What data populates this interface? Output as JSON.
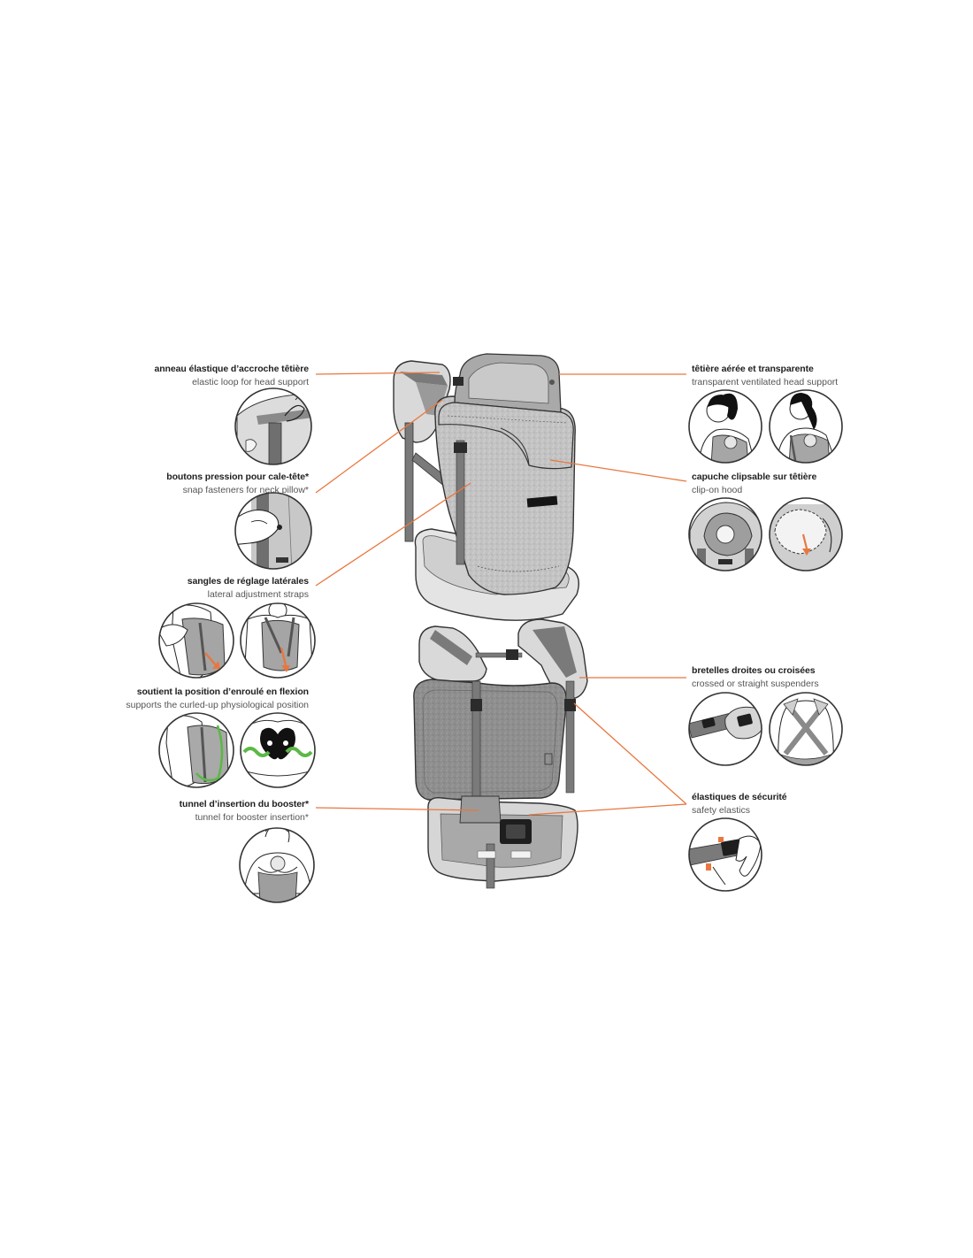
{
  "labels": {
    "left": [
      {
        "fr": "anneau élastique d’accroche têtière",
        "en": "elastic loop for head support"
      },
      {
        "fr": "boutons pression pour cale-tête*",
        "en": "snap fasteners for neck pillow*"
      },
      {
        "fr": "sangles de réglage latérales",
        "en": "lateral adjustment straps"
      },
      {
        "fr": "soutient la position d’enroulé en flexion",
        "en": "supports the curled-up physiological position"
      },
      {
        "fr": "tunnel d’insertion du booster*",
        "en": "tunnel for booster insertion*"
      }
    ],
    "right": [
      {
        "fr": "têtière aérée et transparente",
        "en": "transparent ventilated head support"
      },
      {
        "fr": "capuche clipsable sur têtière",
        "en": "clip-on hood"
      },
      {
        "fr": "bretelles droites ou croisées",
        "en": "crossed or straight suspenders"
      },
      {
        "fr": "élastiques de sécurité",
        "en": "safety elastics"
      }
    ]
  },
  "colors": {
    "leader_line": "#e8773f",
    "outline": "#333333",
    "fabric": "#c4c4c4",
    "strap": "#7a7a7a",
    "highlight_green": "#5cb847"
  }
}
